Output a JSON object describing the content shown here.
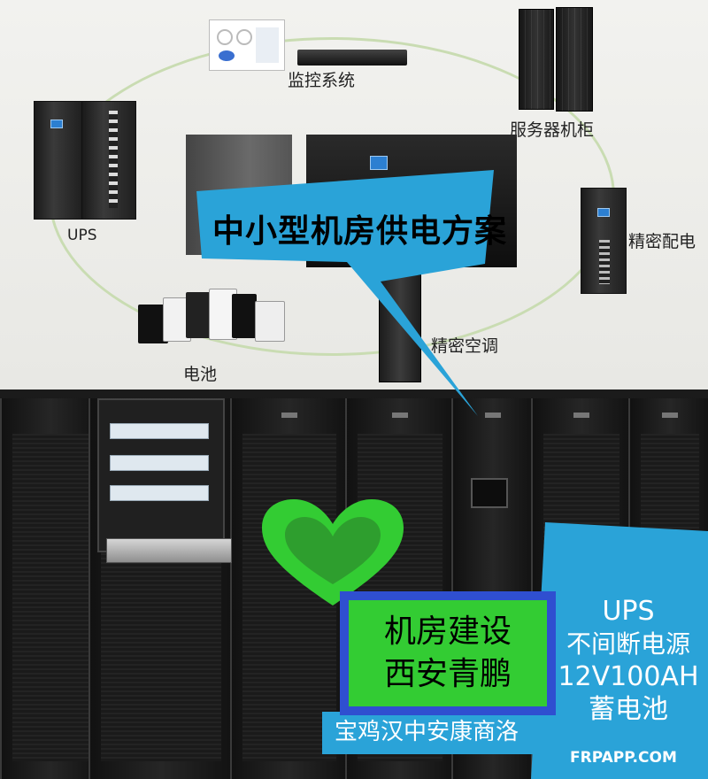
{
  "diagram": {
    "monitor_label": "监控系统",
    "server_label": "服务器机柜",
    "ups_label": "UPS",
    "pdu_label": "精密配电",
    "battery_label": "电池",
    "ac_label": "精密空调"
  },
  "callout": {
    "title": "中小型机房供电方案"
  },
  "promo": {
    "line1": "机房建设",
    "line2": "西安青鹏",
    "cities": "宝鸡汉中安康商洛"
  },
  "product": {
    "line1": "UPS",
    "line2": "不间断电源",
    "line3": "12V100AH",
    "line4": "蓄电池"
  },
  "watermark": "FRPAPP.COM",
  "colors": {
    "callout_blue": "#2aa3d8",
    "heart_green": "#33cc33",
    "frame_blue": "#2f4fd0"
  }
}
